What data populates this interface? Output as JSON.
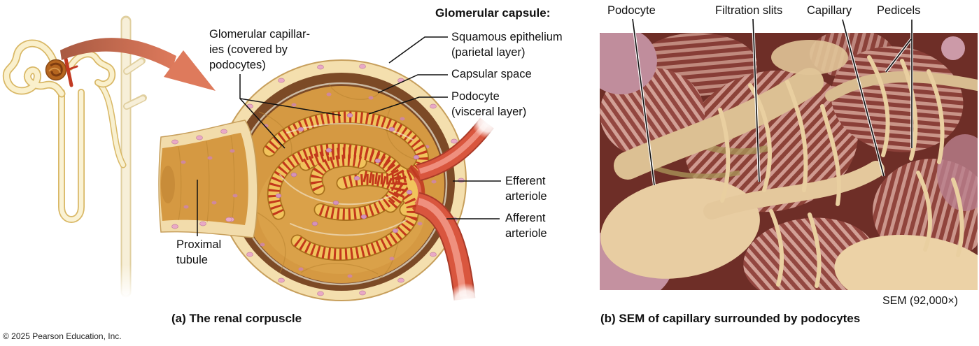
{
  "figure": {
    "type": "anatomy-textbook-figure",
    "subject": "Renal corpuscle and SEM of glomerular capillaries"
  },
  "panel_a": {
    "caption": "(a) The renal corpuscle",
    "labels": {
      "glomerular_capillaries": [
        "Glomerular capillar-",
        "ies (covered by",
        "podocytes)"
      ],
      "glomerular_capsule_heading": "Glomerular capsule:",
      "squamous_epithelium": [
        "Squamous epithelium",
        "(parietal layer)"
      ],
      "capsular_space": "Capsular space",
      "podocyte": [
        "Podocyte",
        "(visceral layer)"
      ],
      "efferent_arteriole": [
        "Efferent",
        "arteriole"
      ],
      "afferent_arteriole": [
        "Afferent",
        "arteriole"
      ],
      "proximal_tubule": [
        "Proximal",
        "tubule"
      ]
    }
  },
  "panel_b": {
    "caption": "(b) SEM of capillary surrounded by podocytes",
    "magnification": "SEM (92,000×)",
    "labels": {
      "podocyte": "Podocyte",
      "filtration_slits": "Filtration slits",
      "capillary": "Capillary",
      "pedicels": "Pedicels"
    }
  },
  "footer": {
    "copyright": "© 2025 Pearson Education, Inc."
  },
  "colors": {
    "arrow_salmon": "#dd7a5e",
    "arteriole_red": "#d9563e",
    "capsule_cream": "#f4dfae",
    "capsule_brown": "#7c4a26",
    "interior_amber": "#d59942",
    "capillary_gold": "#f1c35c",
    "capillary_red": "#c02d16",
    "nucleus_pink": "#e9a9c6",
    "sem_background": "#6e2e27",
    "sem_podocyte_cream": "#e8cda2",
    "sem_capillary_mauve": "#cf9a90",
    "label_text": "#111111"
  }
}
